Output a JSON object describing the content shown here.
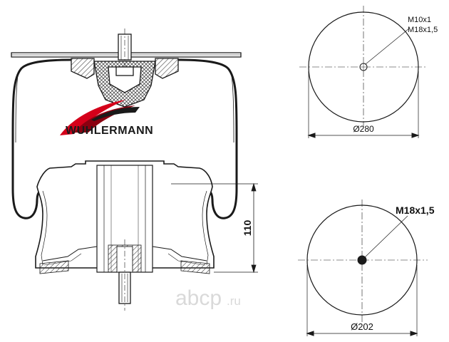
{
  "brand": {
    "name": "WUHLERMANN",
    "swoosh_colors": [
      "#d4001a",
      "#8a0010",
      "#1a1a1a"
    ]
  },
  "top_view": {
    "thread_label_1": "M10x1",
    "thread_label_2": "M18x1,5",
    "diameter_label": "Ø280"
  },
  "bottom_view": {
    "thread_label": "M18x1,5",
    "diameter_label": "Ø202"
  },
  "side_view": {
    "height_label": "110"
  },
  "watermark": {
    "text": "abcp",
    "suffix": ".ru"
  },
  "colors": {
    "line": "#1a1a1a",
    "hatch": "#444444",
    "fill_grey": "#e6e6e6"
  }
}
